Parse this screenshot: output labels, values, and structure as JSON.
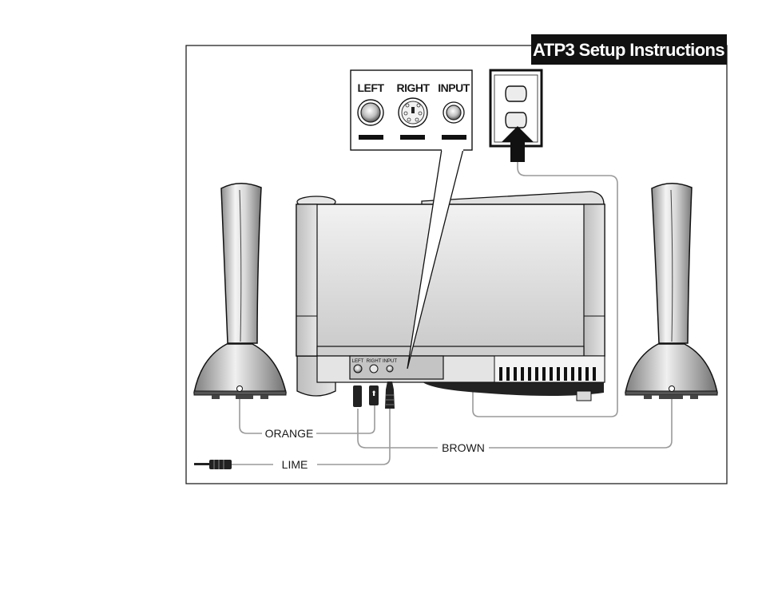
{
  "title": "ATP3 Setup Instructions",
  "inset": {
    "ports": [
      "LEFT",
      "RIGHT",
      "INPUT"
    ]
  },
  "panel": {
    "ports": [
      "LEFT",
      "RIGHT",
      "INPUT"
    ]
  },
  "wires": {
    "orange": "ORANGE",
    "brown": "BROWN",
    "lime": "LIME"
  },
  "colors": {
    "frame": "#222222",
    "title_bg": "#111111",
    "wire": "#9a9a9a"
  }
}
